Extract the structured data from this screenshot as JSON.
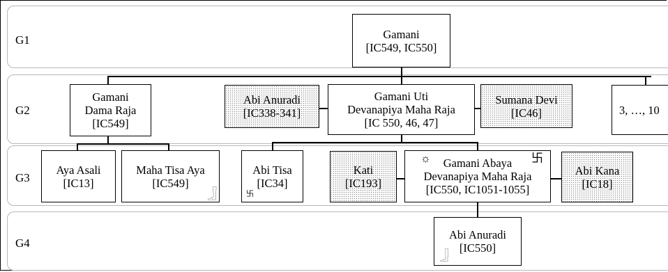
{
  "generations": [
    "G1",
    "G2",
    "G3",
    "G4"
  ],
  "nodes": {
    "gamani": "Gamani\n[IC549, IC550]",
    "gamani_dama_raja": "Gamani\nDama Raja\n[IC549]",
    "abi_anuradi_g2": "Abi Anuradi\n[IC338-341]",
    "gamani_uti": "Gamani Uti\nDevanapiya Maha Raja\n[IC 550, 46, 47]",
    "sumana_devi": "Sumana Devi\n[IC46]",
    "others": "3, …, 10",
    "aya_asali": "Aya Asali\n[IC13]",
    "maha_tisa_aya": "Maha Tisa Aya\n[IC549]",
    "abi_tisa": "Abi Tisa\n[IC34]",
    "kati": "Kati\n[IC193]",
    "gamani_abaya": "Gamani Abaya\nDevanapiya Maha Raja\n[IC550, IC1051-1055]",
    "abi_kana": "Abi Kana\n[IC18]",
    "abi_anuradi_g4": "Abi Anuradi\n[IC550]"
  },
  "icons": {
    "sun": "☼",
    "swastika": "卐",
    "inscription": "𓃀"
  },
  "colors": {
    "line": "#000000",
    "band_border": "#b8b8b8",
    "spouse_fill": "dotted-gray"
  }
}
